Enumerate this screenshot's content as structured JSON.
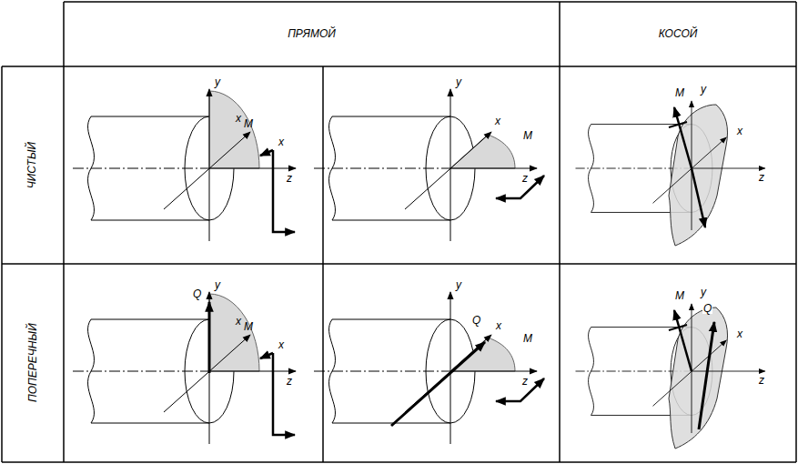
{
  "diagram": {
    "nodes": [
      {
        "text": [
          "ПРЯМОЙ"
        ]
      },
      {
        "text": [
          "КОСОЙ"
        ]
      },
      {
        "text": [
          "ЧИСТЫЙ"
        ]
      },
      {
        "text": [
          "ПОПЕРЕЧНЫЙ"
        ]
      }
    ],
    "labels": [
      "y",
      "x",
      "M",
      "x",
      "z",
      "y",
      "x",
      "M",
      "z",
      "y",
      "M",
      "x",
      "z",
      "Q",
      "y",
      "x",
      "M",
      "x",
      "z",
      "y",
      "Q",
      "x",
      "M",
      "z",
      "y",
      "M",
      "Q",
      "x",
      "z"
    ]
  }
}
